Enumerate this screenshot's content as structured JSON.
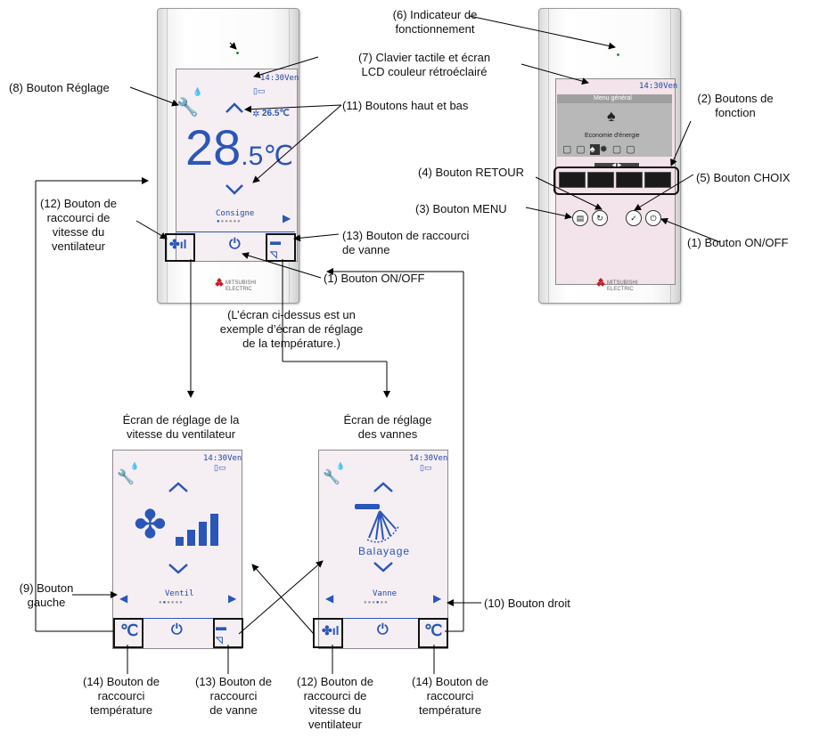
{
  "labels": {
    "indicateur": "(6) Indicateur de\nfonctionnement",
    "clavier": "(7) Clavier tactile et écran\nLCD couleur rétroéclairé",
    "reglage": "(8) Bouton Réglage",
    "haut_bas": "(11) Boutons haut et bas",
    "fonction": "(2) Boutons de\nfonction",
    "retour": "(4) Bouton RETOUR",
    "choix": "(5) Bouton CHOIX",
    "menu": "(3) Bouton MENU",
    "raccourci_ventil": "(12) Bouton de\nraccourci de\nvitesse du\nventilateur",
    "raccourci_vanne": "(13) Bouton de raccourci\nde vanne",
    "on_off": "(1) Bouton ON/OFF",
    "on_off_right": "(1) Bouton ON/OFF",
    "exemple": "(L’écran ci-dessus est un\nexemple d’écran de réglage\nde la température.)",
    "ecran_ventil": "Écran de réglage de la\nvitesse du ventilateur",
    "ecran_vannes": "Écran de réglage\ndes vannes",
    "gauche": "(9) Bouton\ngauche",
    "droit": "(10) Bouton droit",
    "bottom_14a": "(14) Bouton de\nraccourci\ntempérature",
    "bottom_13": "(13) Bouton de\nraccourci\nde vanne",
    "bottom_12": "(12) Bouton de\nraccourci de\nvitesse du\nventilateur",
    "bottom_14b": "(14) Bouton de\nraccourci\ntempérature"
  },
  "main_screen": {
    "time": "14:30Ven",
    "room_temp": "26.5℃",
    "temp_big": "28",
    "temp_small": ".5℃",
    "mode": "Consigne"
  },
  "menu_screen": {
    "time": "14:30Ven",
    "title": "Menu général",
    "item": "Economie d'énergie"
  },
  "fan_screen": {
    "time": "14:30Ven",
    "mode": "Ventil"
  },
  "vane_screen": {
    "time": "14:30Ven",
    "swing": "Balayage",
    "mode": "Vanne"
  },
  "brand": {
    "line1": "MITSUBISHI",
    "line2": "ELECTRIC"
  },
  "colors": {
    "accent": "#2a56b8",
    "lcd": "#f2e9ef",
    "brand_red": "#c31d26"
  }
}
